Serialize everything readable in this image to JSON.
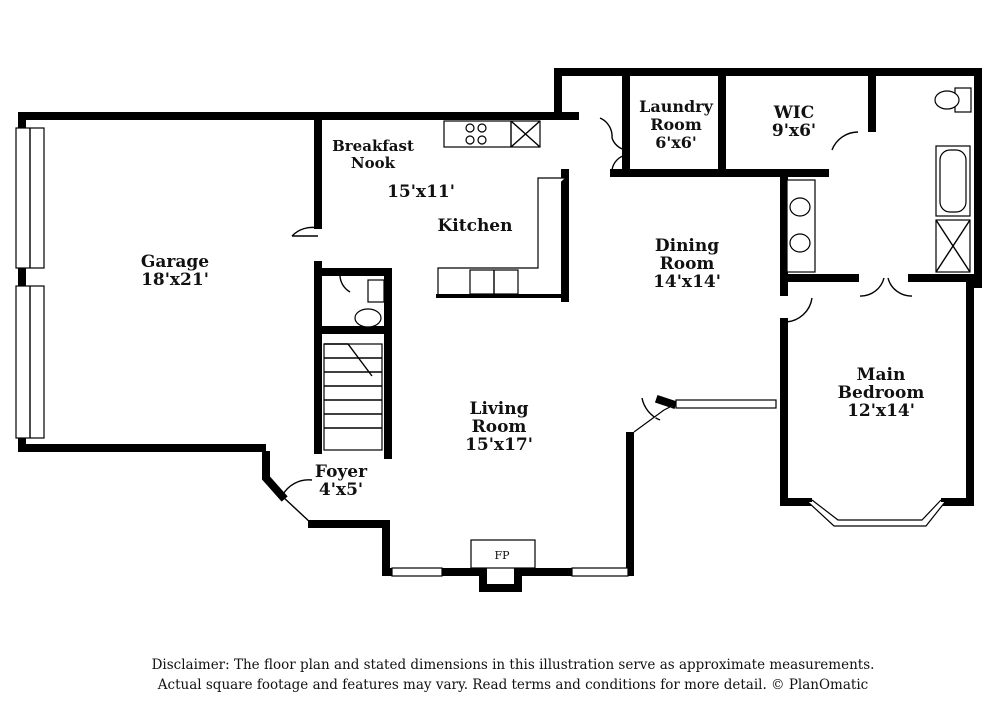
{
  "rooms": {
    "garage": {
      "name": "Garage",
      "dims": "18'x21'"
    },
    "breakfast": {
      "name": "Breakfast",
      "name2": "Nook"
    },
    "kitchen": {
      "dims": "15'x11'",
      "name": "Kitchen"
    },
    "laundry": {
      "name": "Laundry",
      "name2": "Room",
      "dims": "6'x6'"
    },
    "wic": {
      "name": "WIC",
      "dims": "9'x6'"
    },
    "dining": {
      "name": "Dining",
      "name2": "Room",
      "dims": "14'x14'"
    },
    "main_bedroom": {
      "name": "Main",
      "name2": "Bedroom",
      "dims": "12'x14'"
    },
    "living": {
      "name": "Living",
      "name2": "Room",
      "dims": "15'x17'"
    },
    "foyer": {
      "name": "Foyer",
      "dims": "4'x5'"
    },
    "fireplace": {
      "label": "FP"
    }
  },
  "disclaimer": {
    "line1": "Disclaimer: The floor plan and stated dimensions in this illustration serve as approximate measurements.",
    "line2": "Actual square footage and features may vary. Read terms and conditions for more detail. © PlanOmatic"
  }
}
